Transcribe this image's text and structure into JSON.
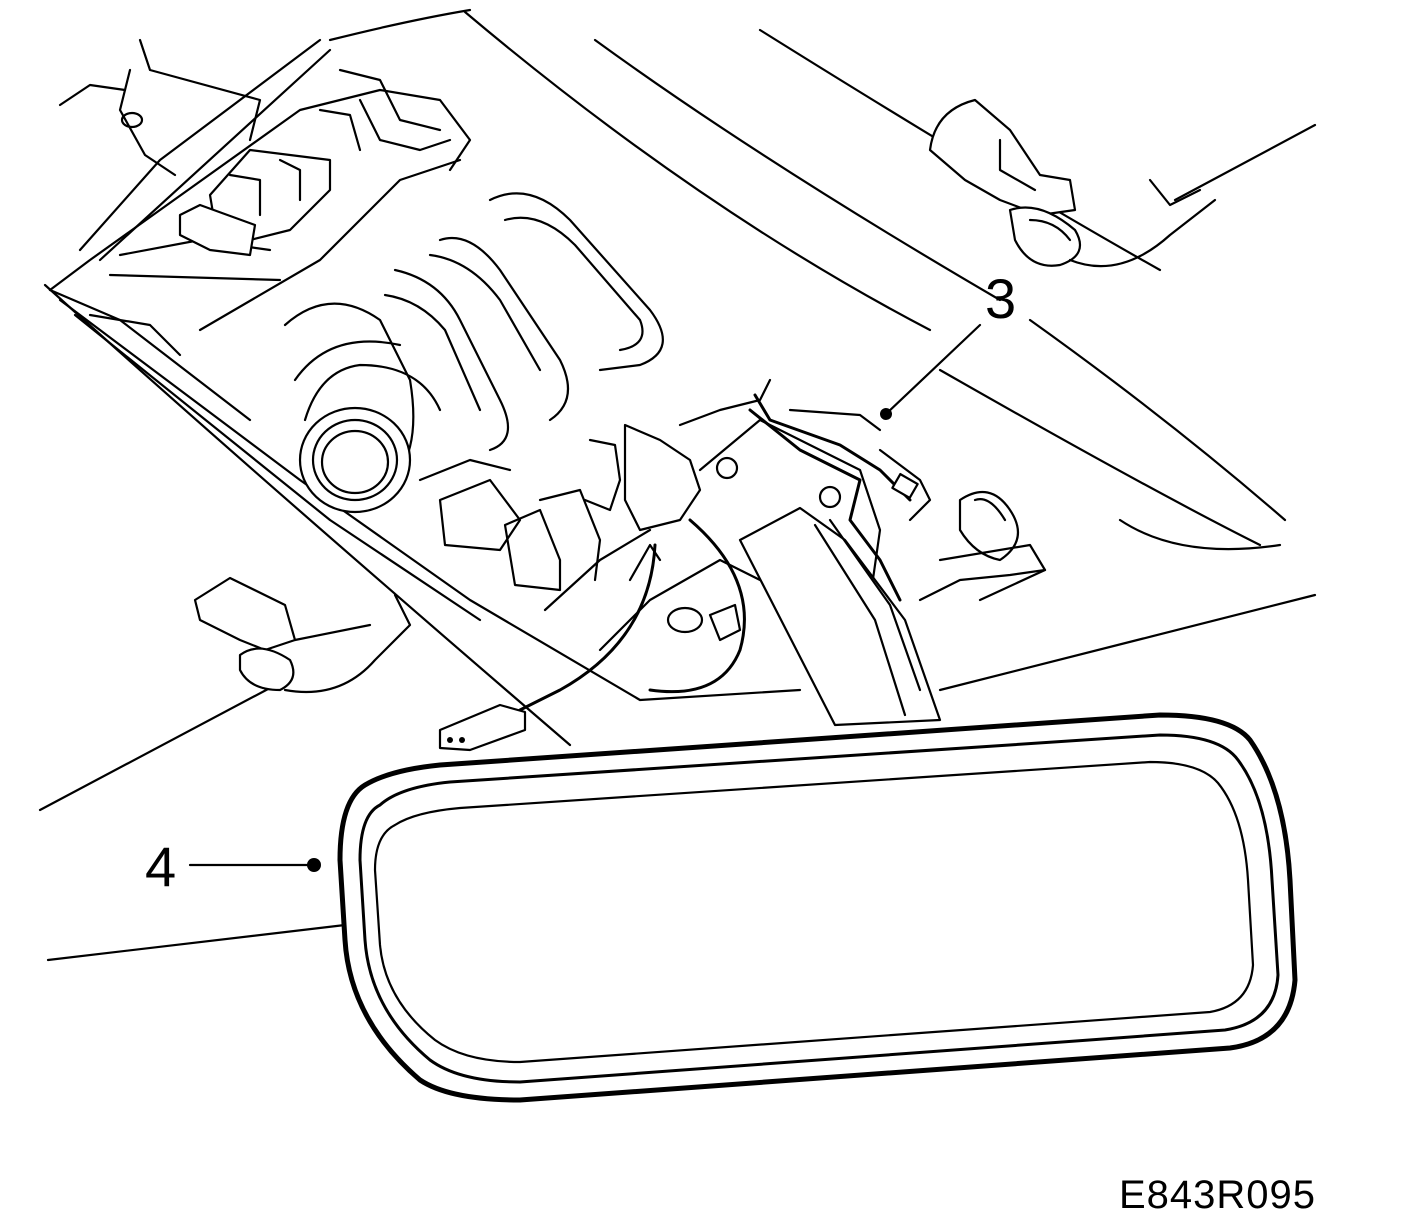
{
  "callouts": [
    {
      "id": "3",
      "label": "3"
    },
    {
      "id": "4",
      "label": "4"
    }
  ],
  "figure_id": "E843R095",
  "colors": {
    "line": "#000000",
    "background": "#ffffff"
  }
}
